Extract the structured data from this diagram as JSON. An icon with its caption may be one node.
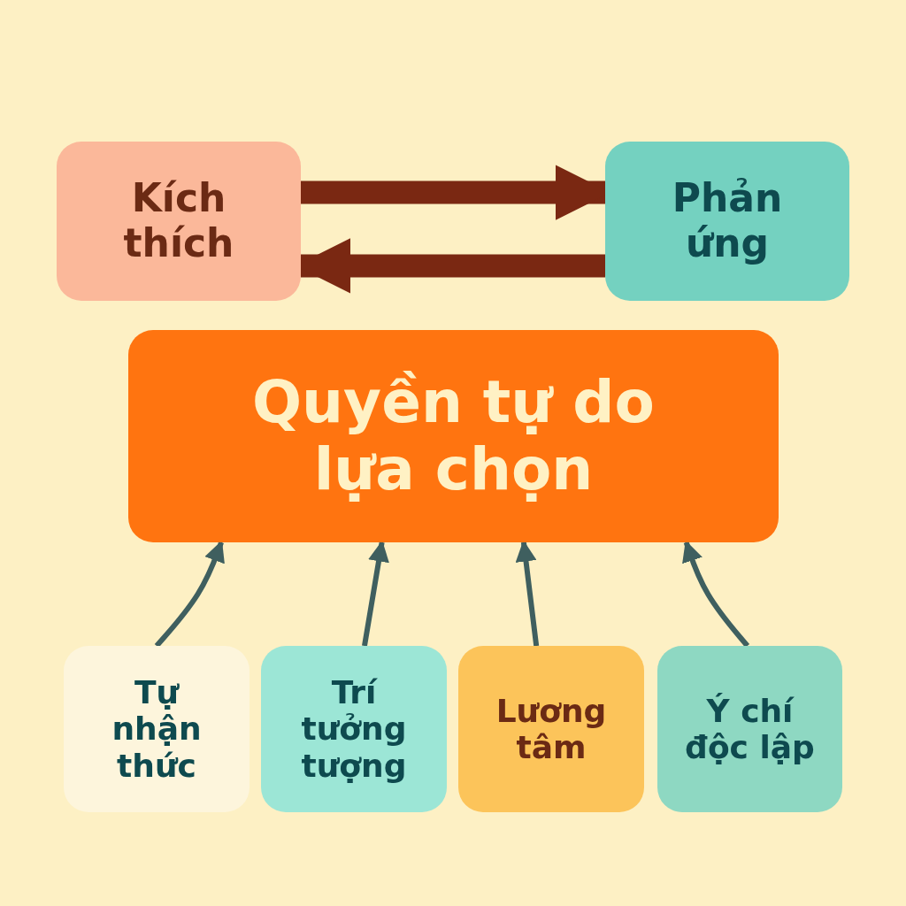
{
  "diagram": {
    "nodes": [
      {
        "text": [
          "Kích thích"
        ]
      },
      {
        "text": [
          "Phản ứng"
        ]
      },
      {
        "text": [
          "Quyền tự do lựa chọn"
        ]
      },
      {
        "text": [
          "Tự nhận thức"
        ]
      },
      {
        "text": [
          "Trí tưởng tượng"
        ]
      },
      {
        "text": [
          "Lương tâm"
        ]
      },
      {
        "text": [
          "Ý chí độc lập"
        ]
      }
    ],
    "edges": [
      {
        "from": 0,
        "to": 1,
        "arrow": "to",
        "style": "thick",
        "color": "#7a2812"
      },
      {
        "from": 1,
        "to": 0,
        "arrow": "to",
        "style": "thick",
        "color": "#7a2812"
      },
      {
        "from": 3,
        "to": 2,
        "arrow": "to"
      },
      {
        "from": 4,
        "to": 2,
        "arrow": "to"
      },
      {
        "from": 5,
        "to": 2,
        "arrow": "to"
      },
      {
        "from": 6,
        "to": 2,
        "arrow": "to"
      }
    ]
  }
}
